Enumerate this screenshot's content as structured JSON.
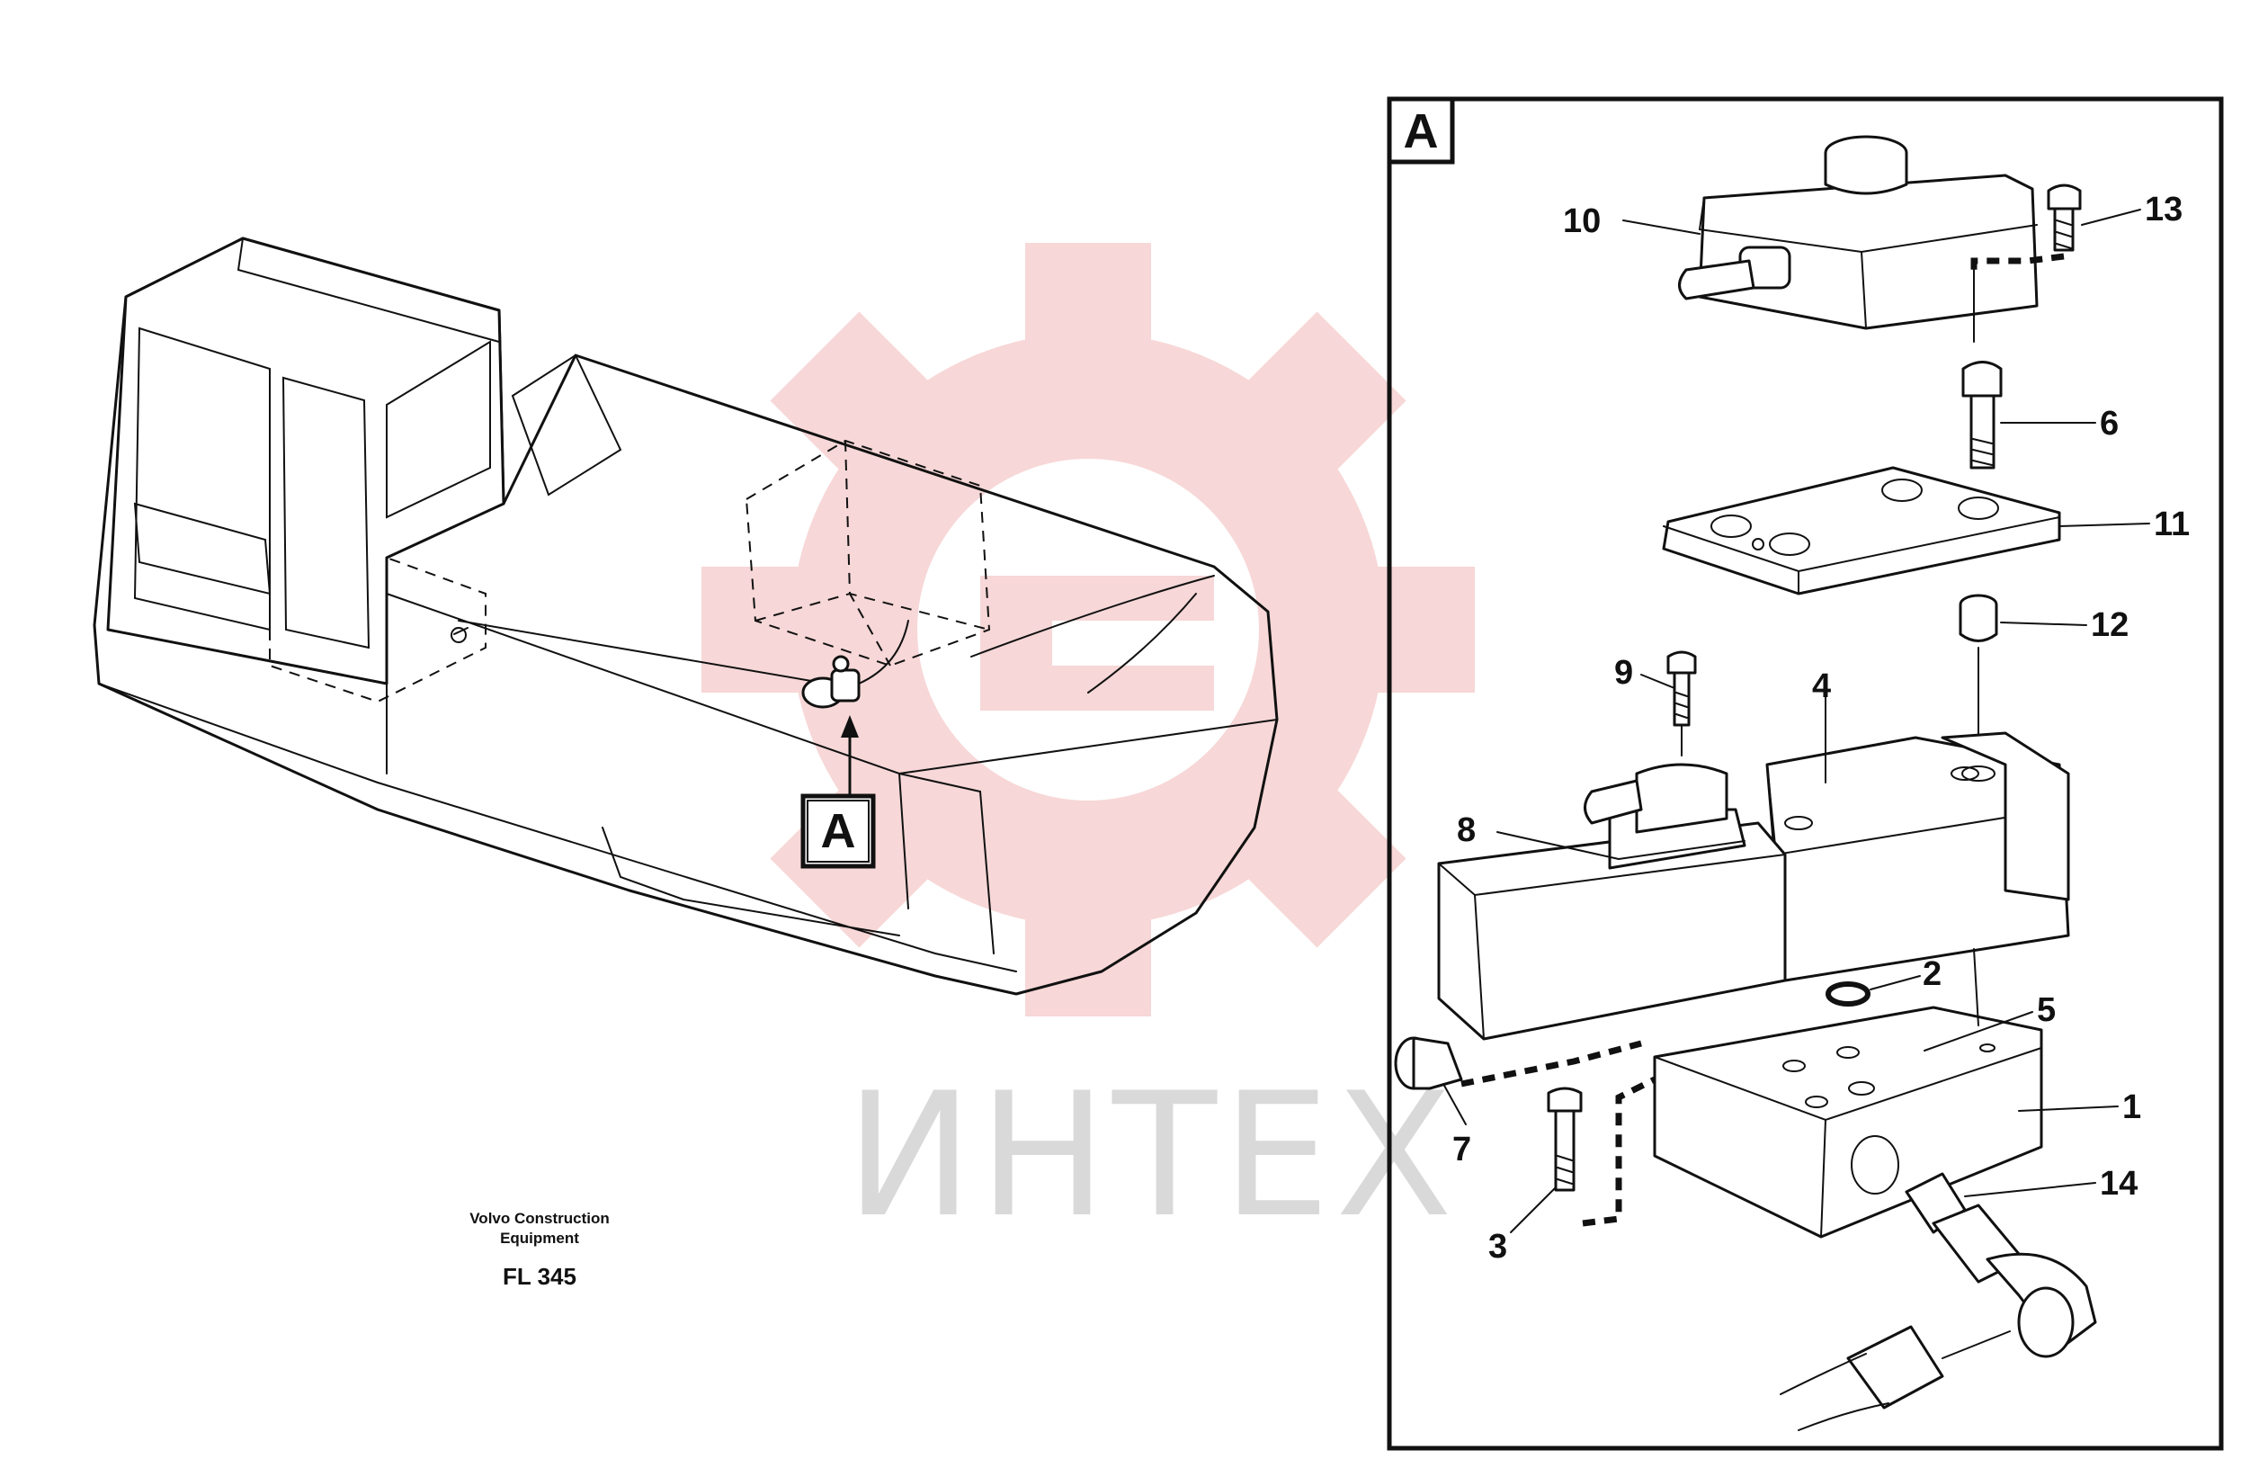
{
  "detail_label": "A",
  "callout_label": "A",
  "credit": {
    "line1": "Volvo Construction",
    "line2": "Equipment",
    "code": "FL 345"
  },
  "watermark": {
    "text": "ИНТЕХ",
    "color": "#f2b8b8"
  },
  "parts": [
    {
      "num": "1"
    },
    {
      "num": "2"
    },
    {
      "num": "3"
    },
    {
      "num": "4"
    },
    {
      "num": "5"
    },
    {
      "num": "6"
    },
    {
      "num": "7"
    },
    {
      "num": "8"
    },
    {
      "num": "9"
    },
    {
      "num": "10"
    },
    {
      "num": "11"
    },
    {
      "num": "12"
    },
    {
      "num": "13"
    },
    {
      "num": "14"
    }
  ]
}
